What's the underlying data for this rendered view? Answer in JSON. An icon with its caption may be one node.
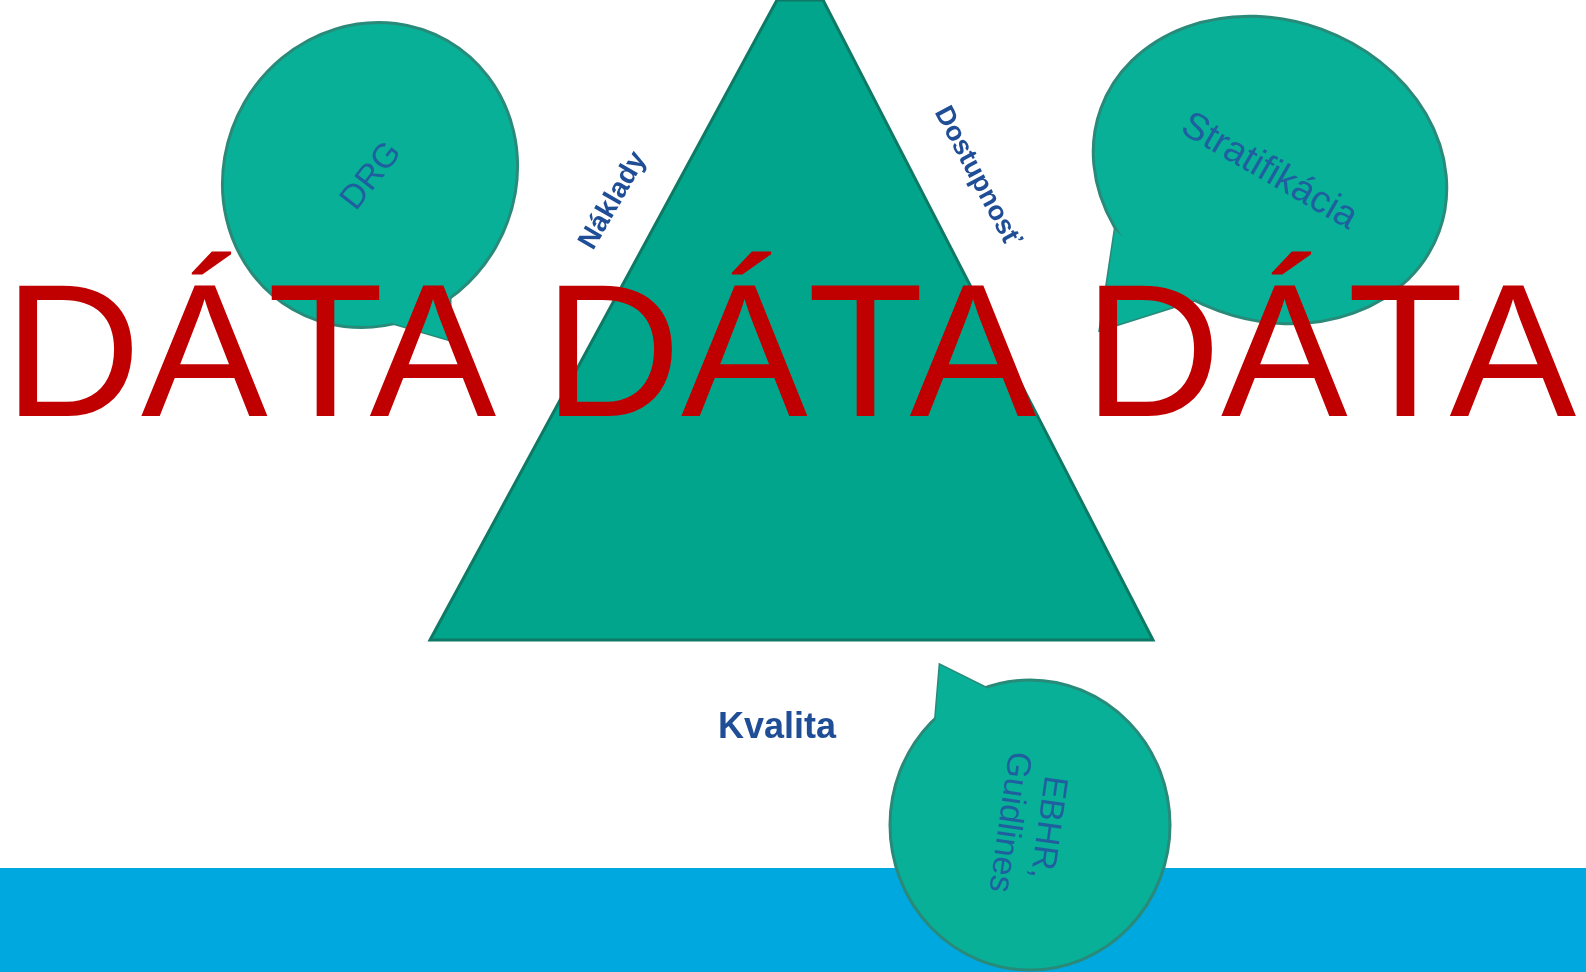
{
  "diagram": {
    "nodes": [
      {
        "text": [
          "DRG"
        ]
      },
      {
        "text": [],
        "shape": "triangle"
      },
      {
        "text": [
          "Stratifikácia"
        ]
      },
      {
        "text": [
          "EBHR, Guidlines"
        ]
      }
    ],
    "edges": [],
    "labels": [
      "Náklady",
      "Dostupnosť",
      "DÁTA",
      "DÁTA",
      "DÁTA",
      "Kvalita"
    ]
  }
}
